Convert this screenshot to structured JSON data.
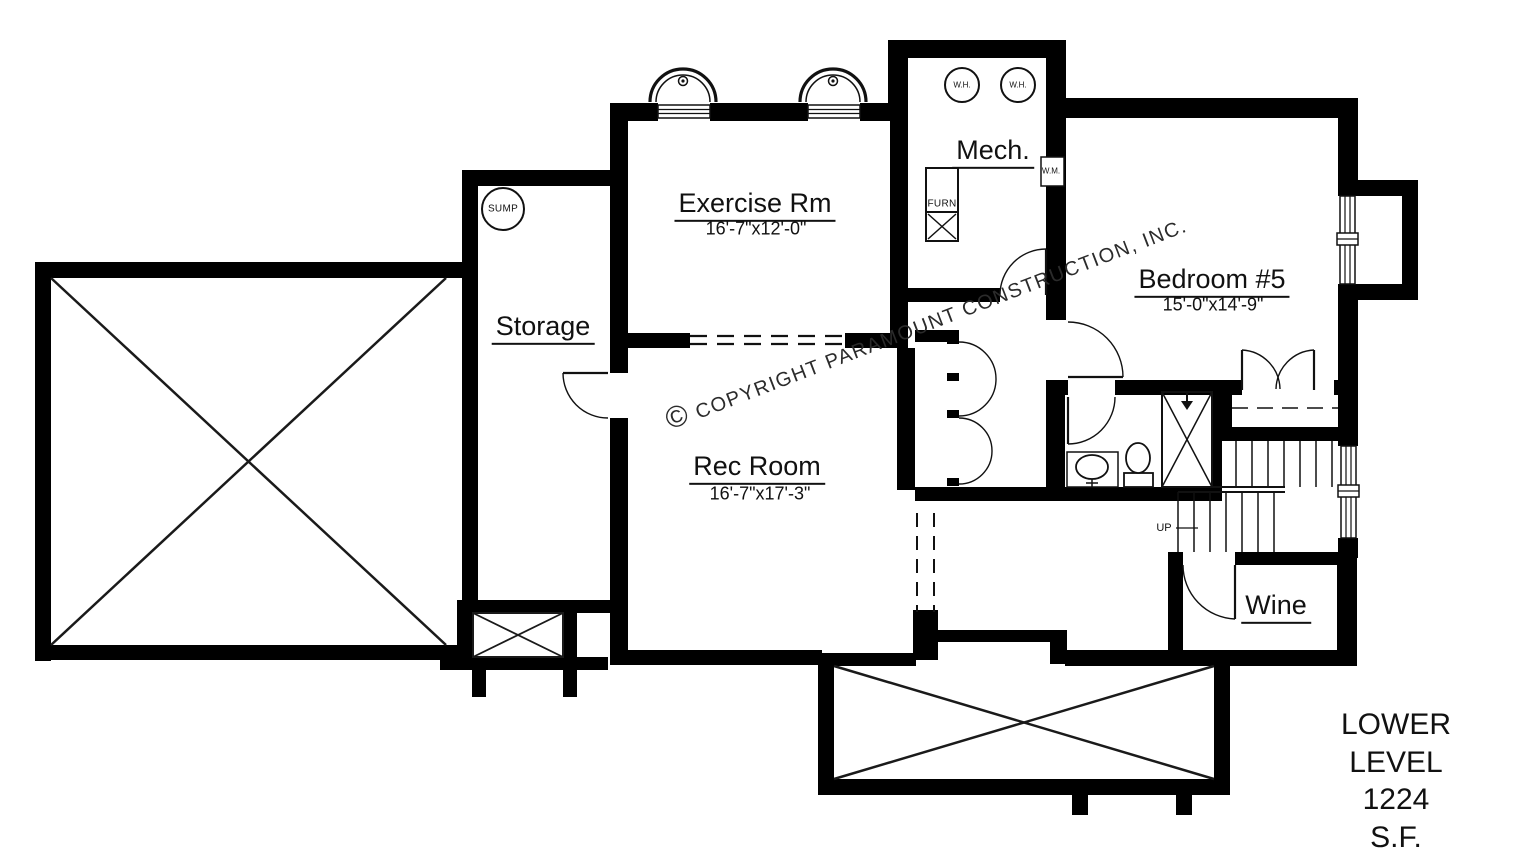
{
  "plan": {
    "watermark": "© COPYRIGHT PARAMOUNT CONSTRUCTION, INC.",
    "title_line1": "LOWER LEVEL",
    "title_line2": "1224 S.F.",
    "rooms": {
      "exercise": {
        "name": "Exercise Rm",
        "dims": "16'-7\"x12'-0\""
      },
      "storage": {
        "name": "Storage"
      },
      "rec": {
        "name": "Rec Room",
        "dims": "16'-7\"x17'-3\""
      },
      "mech": {
        "name": "Mech."
      },
      "bedroom5": {
        "name": "Bedroom #5",
        "dims": "15'-0\"x14'-9\""
      },
      "wine": {
        "name": "Wine"
      }
    },
    "labels": {
      "sump": "SUMP",
      "wh": "W.H.",
      "furn": "FURN",
      "wm": "W.M.",
      "up": "UP"
    },
    "colors": {
      "wall": "#000000",
      "line": "#1a1a1a",
      "background": "#ffffff"
    }
  }
}
